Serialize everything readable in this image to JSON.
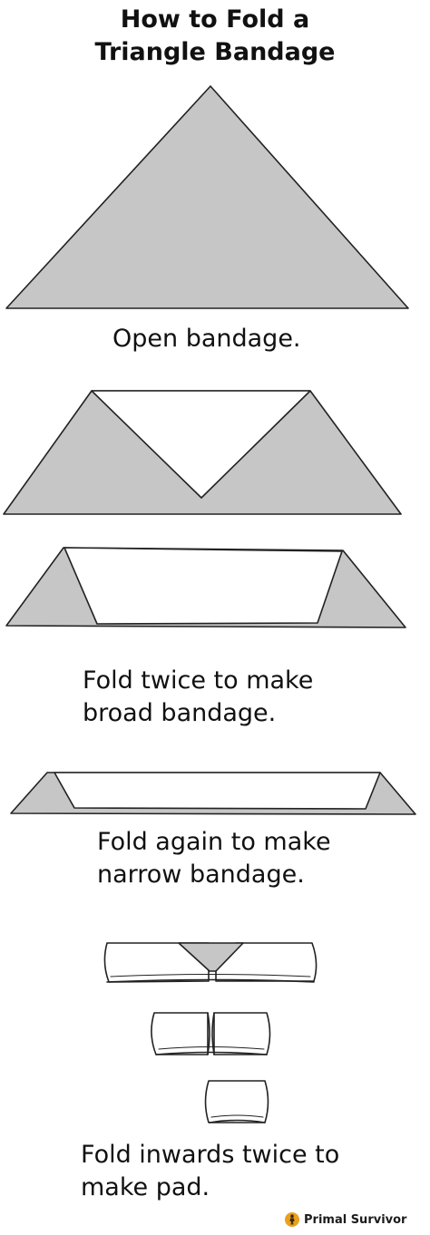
{
  "header": {
    "title_line1": "How to Fold a",
    "title_line2": "Triangle Bandage"
  },
  "steps": [
    {
      "caption_line1": "Open bandage.",
      "caption_line2": ""
    },
    {
      "caption_line1": "Fold twice to make",
      "caption_line2": "broad bandage."
    },
    {
      "caption_line1": "Fold again to make",
      "caption_line2": "narrow bandage."
    },
    {
      "caption_line1": "Fold inwards twice to",
      "caption_line2": "make pad."
    }
  ],
  "brand": {
    "name": "Primal Survivor",
    "icon": "survivor-icon"
  },
  "colors": {
    "fabric": "#c6c6c6",
    "folded": "#ffffff",
    "outline": "#222222",
    "brand_accent": "#e9a01e"
  }
}
